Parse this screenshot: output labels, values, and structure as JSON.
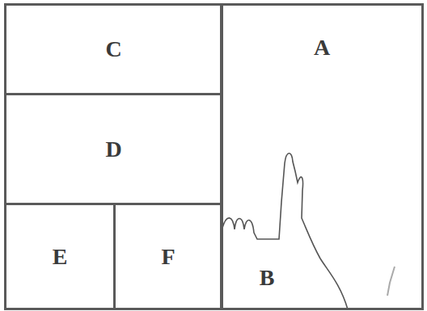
{
  "diagram": {
    "nodes": [
      {
        "text": [
          "C"
        ]
      },
      {
        "text": [
          "A"
        ]
      },
      {
        "text": [
          "D"
        ]
      },
      {
        "text": [
          "E"
        ]
      },
      {
        "text": [
          "F"
        ]
      },
      {
        "text": [
          "B"
        ],
        "in": 1
      }
    ]
  }
}
